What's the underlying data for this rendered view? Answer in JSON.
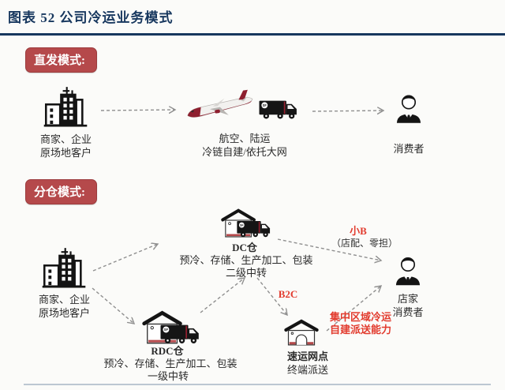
{
  "figure": {
    "title": "图表 52  公司冷运业务模式"
  },
  "colors": {
    "title_navy": "#17375e",
    "badge_red": "#b5494b",
    "accent_red": "#e23b2e",
    "icon_black": "#141414"
  },
  "icons": {
    "truck_logo": "SF"
  },
  "direct_mode": {
    "badge": "直发模式:",
    "shipper": {
      "line1": "商家、企业",
      "line2": "原场地客户"
    },
    "transport": {
      "line1": "航空、陆运",
      "line2": "冷链自建/依托大网"
    },
    "consumer": "消费者"
  },
  "split_mode": {
    "badge": "分仓模式:",
    "shipper": {
      "line1": "商家、企业",
      "line2": "原场地客户"
    },
    "dc": {
      "name": "DC仓",
      "line1": "预冷、存储、生产加工、包装",
      "line2": "二级中转"
    },
    "rdc": {
      "name": "RDC仓",
      "line1": "预冷、存储、生产加工、包装",
      "line2": "一级中转"
    },
    "outlet": {
      "name": "速运网点",
      "line1": "终端派送"
    },
    "consumer": {
      "line1": "店家",
      "line2": "消费者"
    },
    "small_b": "小B",
    "small_b_sub": "（店配、零担）",
    "b2c": "B2C",
    "capacity_line1": "集中区域冷运",
    "capacity_line2": "自建派送能力"
  }
}
